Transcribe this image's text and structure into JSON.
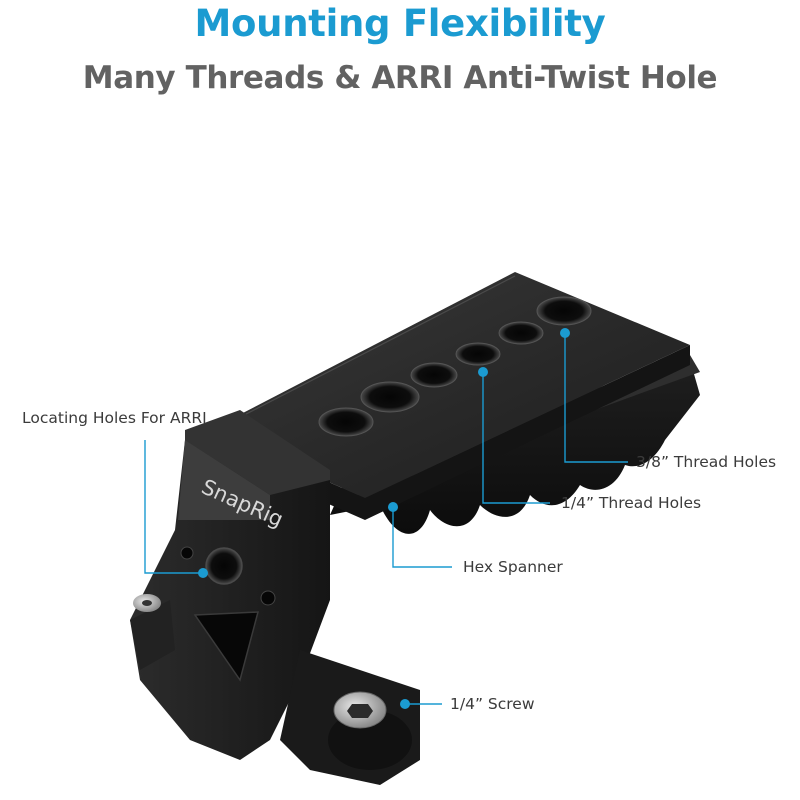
{
  "header": {
    "title": "Mounting Flexibility",
    "subtitle": "Many Threads & ARRI Anti-Twist Hole"
  },
  "product": {
    "brand_mark": "SnapRig"
  },
  "callouts": {
    "locating_holes": "Locating Holes For ARRI",
    "thread_38": "3/8” Thread Holes",
    "thread_14": "1/4” Thread Holes",
    "hex_spanner": "Hex Spanner",
    "screw_14": "1/4” Screw"
  },
  "colors": {
    "accent": "#1b9bd1",
    "subtitle": "#626262",
    "label_text": "#3b3b3b",
    "callout_line": "#1b9bd1"
  }
}
